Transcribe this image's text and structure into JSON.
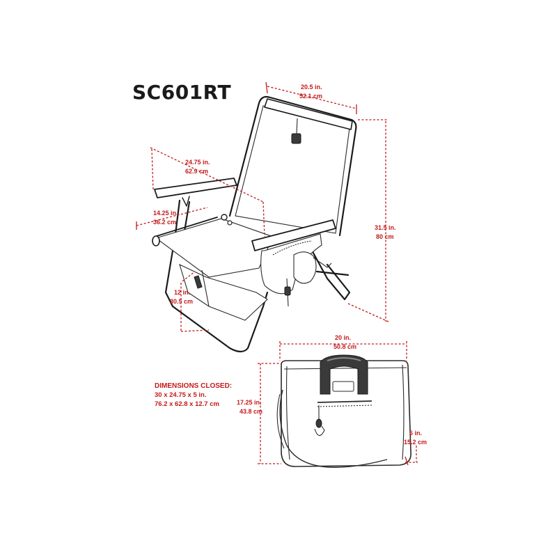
{
  "title": "SC601RT",
  "dims_closed": {
    "heading": "DIMENSIONS CLOSED:",
    "imperial": "30  x  24.75  x  5 in.",
    "metric": "76.2  x  62.8  x  12.7 cm"
  },
  "chair_dims": {
    "top_width": {
      "in": "20.5 in.",
      "cm": "52.1 cm"
    },
    "arm_length": {
      "in": "24.75 in.",
      "cm": "62.9 cm"
    },
    "seat_height": {
      "in": "14.25 in.",
      "cm": "36.2 cm"
    },
    "pouch_depth": {
      "in": "12 in.",
      "cm": "30.5 cm"
    },
    "total_height": {
      "in": "31.5 in.",
      "cm": "80 cm"
    }
  },
  "bag_dims": {
    "width": {
      "in": "20 in.",
      "cm": "50.8 cm"
    },
    "height": {
      "in": "17.25 in.",
      "cm": "43.8 cm"
    },
    "depth": {
      "in": "6 in.",
      "cm": "15.2 cm"
    }
  },
  "colors": {
    "dimension": "#c41a1a",
    "outline": "#1a1a1a"
  }
}
